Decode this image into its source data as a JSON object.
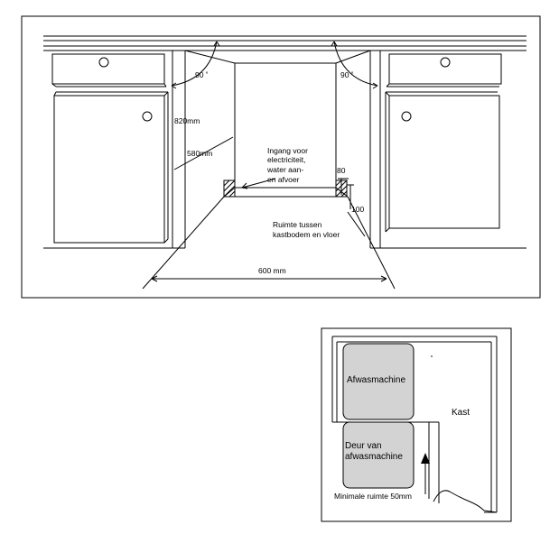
{
  "installation": {
    "angle_left": "90 ˚",
    "angle_right": "90 ˚",
    "height": "820mm",
    "depth": "580mm",
    "inlet_line1": "Ingang voor",
    "inlet_line2": "electriciteit,",
    "inlet_line3": "water aan-",
    "inlet_line4": "en  afvoer",
    "dim_80": "80",
    "dim_100": "100",
    "space_line1": "Ruimte tussen",
    "space_line2": "kastbodem en vloer",
    "width": "600 mm"
  },
  "floorplan": {
    "dishwasher": "Afwasmachine",
    "door_line1": "Deur van",
    "door_line2": "afwasmachine",
    "cabinet": "Kast",
    "min_space": "Minimale ruimte 50mm"
  }
}
